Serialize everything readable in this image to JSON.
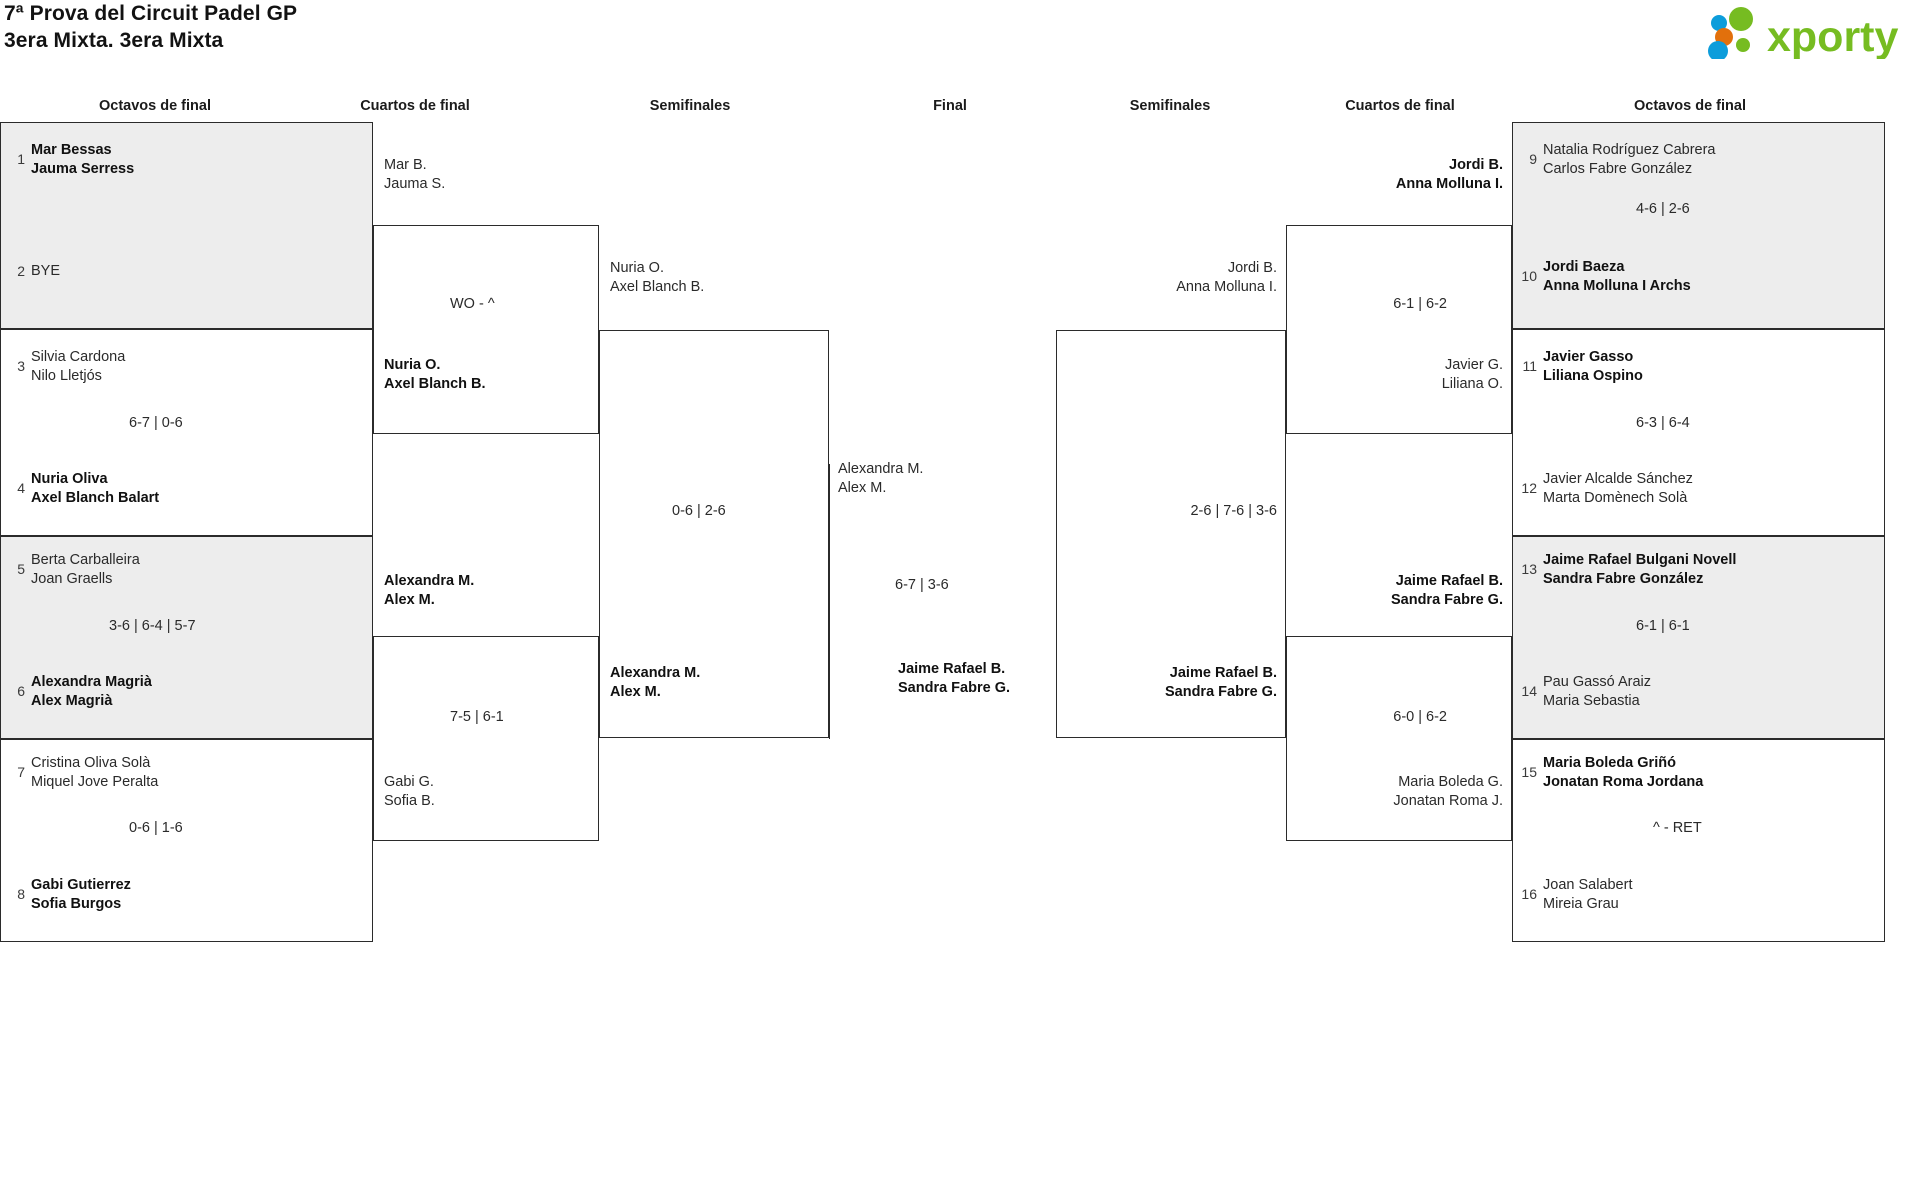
{
  "header": {
    "title_line1": "7ª Prova del Circuit Padel GP",
    "title_line2": "3era Mixta. 3era Mixta",
    "logo_text": "xporty",
    "logo_colors": {
      "green": "#76bc21",
      "blue": "#0d9ddb",
      "orange": "#e2700c"
    }
  },
  "round_labels": {
    "left_r16": "Octavos de final",
    "left_qf": "Cuartos de final",
    "left_sf": "Semifinales",
    "final": "Final",
    "right_sf": "Semifinales",
    "right_qf": "Cuartos de final",
    "right_r16": "Octavos de final"
  },
  "left": {
    "r16": [
      {
        "seed_top": "1",
        "top_line1": "Mar Bessas",
        "top_line2": "Jauma Serress",
        "top_winner": true,
        "seed_bottom": "2",
        "bottom_line1": "BYE",
        "bottom_line2": "",
        "bottom_winner": false,
        "score": "",
        "shaded": true
      },
      {
        "seed_top": "3",
        "top_line1": "Silvia Cardona",
        "top_line2": "Nilo Lletjós",
        "top_winner": false,
        "seed_bottom": "4",
        "bottom_line1": "Nuria Oliva",
        "bottom_line2": "Axel Blanch Balart",
        "bottom_winner": true,
        "score": "6-7 | 0-6",
        "shaded": false
      },
      {
        "seed_top": "5",
        "top_line1": "Berta Carballeira",
        "top_line2": "Joan Graells",
        "top_winner": false,
        "seed_bottom": "6",
        "bottom_line1": "Alexandra Magrià",
        "bottom_line2": "Alex Magrià",
        "bottom_winner": true,
        "score": "3-6 | 6-4 | 5-7",
        "shaded": true
      },
      {
        "seed_top": "7",
        "top_line1": "Cristina Oliva Solà",
        "top_line2": "Miquel Jove Peralta",
        "top_winner": false,
        "seed_bottom": "8",
        "bottom_line1": "Gabi Gutierrez",
        "bottom_line2": "Sofia Burgos",
        "bottom_winner": true,
        "score": "0-6 | 1-6",
        "shaded": false
      }
    ],
    "qf": [
      {
        "top_line1": "Mar B.",
        "top_line2": "Jauma S.",
        "top_winner": false,
        "bottom_line1": "Nuria O.",
        "bottom_line2": "Axel Blanch B.",
        "bottom_winner": true,
        "score": "WO - ^"
      },
      {
        "top_line1": "Alexandra M.",
        "top_line2": "Alex M.",
        "top_winner": true,
        "bottom_line1": "Gabi G.",
        "bottom_line2": "Sofia B.",
        "bottom_winner": false,
        "score": "7-5 | 6-1"
      }
    ],
    "sf": [
      {
        "top_line1": "Nuria O.",
        "top_line2": "Axel Blanch B.",
        "top_winner": false,
        "bottom_line1": "Alexandra M.",
        "bottom_line2": "Alex M.",
        "bottom_winner": true,
        "score": "0-6 | 2-6"
      }
    ]
  },
  "final": {
    "top_line1": "Alexandra M.",
    "top_line2": "Alex M.",
    "top_winner": false,
    "bottom_line1": "Jaime Rafael B.",
    "bottom_line2": "Sandra Fabre G.",
    "bottom_winner": true,
    "score": "6-7 | 3-6"
  },
  "right": {
    "sf": [
      {
        "top_line1": "Jordi B.",
        "top_line2": "Anna Molluna I.",
        "top_winner": false,
        "bottom_line1": "Jaime Rafael B.",
        "bottom_line2": "Sandra Fabre G.",
        "bottom_winner": true,
        "score": "2-6 | 7-6 | 3-6"
      }
    ],
    "qf": [
      {
        "top_line1": "Jordi B.",
        "top_line2": "Anna Molluna I.",
        "top_winner": true,
        "bottom_line1": "Javier G.",
        "bottom_line2": "Liliana O.",
        "bottom_winner": false,
        "score": "6-1 | 6-2"
      },
      {
        "top_line1": "Jaime Rafael B.",
        "top_line2": "Sandra Fabre G.",
        "top_winner": true,
        "bottom_line1": "Maria Boleda G.",
        "bottom_line2": "Jonatan Roma J.",
        "bottom_winner": false,
        "score": "6-0 | 6-2"
      }
    ],
    "r16": [
      {
        "seed_top": "9",
        "top_line1": "Natalia Rodríguez Cabrera",
        "top_line2": "Carlos Fabre González",
        "top_winner": false,
        "seed_bottom": "10",
        "bottom_line1": "Jordi Baeza",
        "bottom_line2": "Anna Molluna I Archs",
        "bottom_winner": true,
        "score": "4-6 | 2-6",
        "shaded": true
      },
      {
        "seed_top": "11",
        "top_line1": "Javier Gasso",
        "top_line2": "Liliana Ospino",
        "top_winner": true,
        "seed_bottom": "12",
        "bottom_line1": "Javier Alcalde Sánchez",
        "bottom_line2": "Marta Domènech Solà",
        "bottom_winner": false,
        "score": "6-3 | 6-4",
        "shaded": false
      },
      {
        "seed_top": "13",
        "top_line1": "Jaime Rafael Bulgani Novell",
        "top_line2": "Sandra Fabre González",
        "top_winner": true,
        "seed_bottom": "14",
        "bottom_line1": "Pau Gassó Araiz",
        "bottom_line2": "Maria Sebastia",
        "bottom_winner": false,
        "score": "6-1 | 6-1",
        "shaded": true
      },
      {
        "seed_top": "15",
        "top_line1": "Maria Boleda Griñó",
        "top_line2": "Jonatan Roma Jordana",
        "top_winner": true,
        "seed_bottom": "16",
        "bottom_line1": "Joan Salabert",
        "bottom_line2": "Mireia Grau",
        "bottom_winner": false,
        "score": "^ - RET",
        "shaded": false
      }
    ]
  }
}
